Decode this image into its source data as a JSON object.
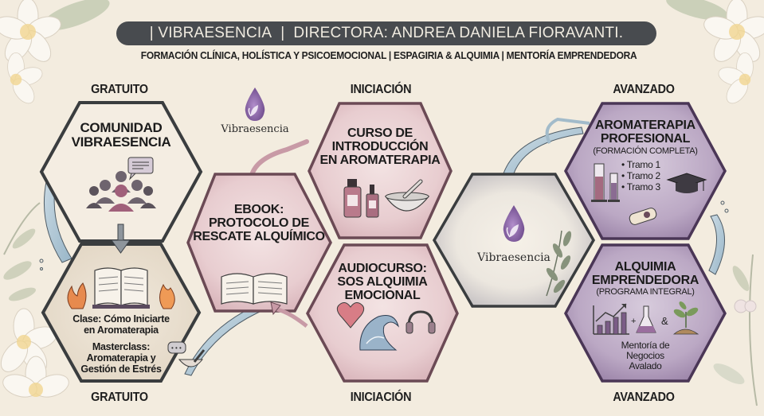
{
  "header": {
    "title_part1": "| VIBRAESENCIA",
    "title_separator": "|",
    "title_part2": "DIRECTORA: ANDREA DANIELA FIORAVANTI.",
    "subtitle": "FORMACIÓN CLÍNICA, HOLÍSTICA Y PSICOEMOCIONAL | ESPAGIRIA & ALQUIMIA | MENTORÍA EMPRENDEDORA"
  },
  "tiers": {
    "top_left": "GRATUITO",
    "bottom_left": "GRATUITO",
    "top_center": "INICIACIÓN",
    "bottom_center": "INICIACIÓN",
    "top_right": "AVANZADO",
    "bottom_right": "AVANZADO"
  },
  "brand": {
    "name": "Vibraesencia",
    "logo_icon": "purple-drop-leaf-icon",
    "colors": {
      "background": "#f3ecdf",
      "header_bar": "#484b4f",
      "free_border": "#3a3d3f",
      "initiation_fill": "#e9cfd2",
      "initiation_border": "#6b4a55",
      "advanced_fill": "#b9a6c2",
      "advanced_border": "#4a3656",
      "center_fill": "#dcdad9",
      "logo_purple": "#8a64a8"
    }
  },
  "hexagons": {
    "comunidad": {
      "title_lines": [
        "COMUNIDAD",
        "VIBRAESENCIA"
      ],
      "icons": [
        "community-group-icon",
        "chat-bubble-icon"
      ]
    },
    "clases": {
      "class_lines": [
        "Clase: Cómo Iniciarte",
        "en Aromaterapia"
      ],
      "masterclass_lines": [
        "Masterclass:",
        "Aromaterapia y",
        "Gestión de Estrés"
      ],
      "icons": [
        "open-book-icon",
        "flame-icon",
        "flame-icon",
        "chat-bubble-icon",
        "mortar-pestle-icon"
      ]
    },
    "ebook": {
      "title_lines": [
        "EBOOK:",
        "PROTOCOLO DE",
        "RESCATE ALQUÍMICO"
      ],
      "icons": [
        "open-book-icon"
      ]
    },
    "curso": {
      "title_lines": [
        "CURSO DE",
        "INTRODUCCIÓN",
        "EN AROMATERAPIA"
      ],
      "icons": [
        "essential-oil-bottle-icon",
        "dropper-bottle-icon",
        "mortar-pestle-icon"
      ]
    },
    "audiocurso": {
      "title_lines": [
        "AUDIOCURSO:",
        "SOS ALQUIMIA",
        "EMOCIONAL"
      ],
      "icons": [
        "heart-icon",
        "wave-icon",
        "headphones-icon"
      ]
    },
    "centro": {
      "logo_text": "Vibraesencia",
      "icons": [
        "purple-drop-leaf-icon",
        "olive-branch-icon"
      ]
    },
    "aromaterapia_profesional": {
      "title_lines": [
        "AROMATERAPIA",
        "PROFESIONAL"
      ],
      "subtitle": "(FORMACIÓN COMPLETA)",
      "items": [
        "• Tramo 1",
        "• Tramo 2",
        "• Tramo 3"
      ],
      "icons": [
        "graduated-cylinder-icon",
        "graduation-cap-icon",
        "diploma-scroll-icon"
      ]
    },
    "alquimia_emprendedora": {
      "title_lines": [
        "ALQUIMIA",
        "EMPRENDEDORA"
      ],
      "subtitle": "(PROGRAMA INTEGRAL)",
      "desc_lines": [
        "Mentoría de",
        "Negocios",
        "Avalado"
      ],
      "icon_plus": "+",
      "icon_amp": "&",
      "icons": [
        "growth-chart-icon",
        "flask-icon",
        "sprout-icon"
      ]
    }
  }
}
